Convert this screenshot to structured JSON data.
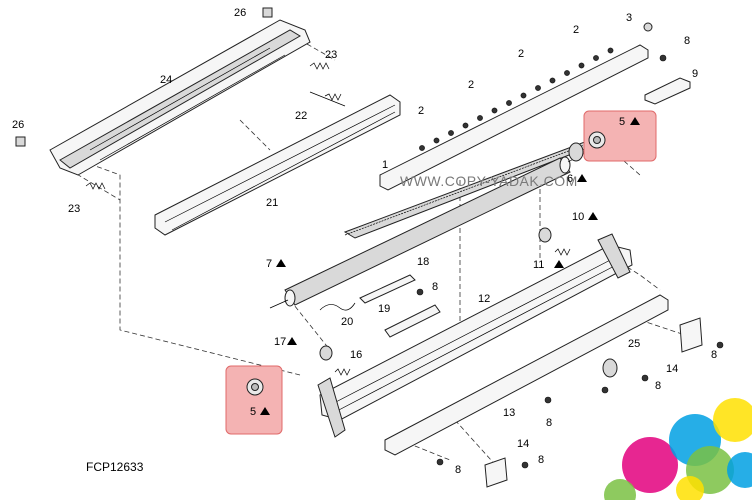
{
  "figure_code": "FCP12633",
  "watermark": "WWW.COPY-YADAK.COM",
  "colors": {
    "highlight_fill": "#f4b3b3",
    "highlight_border": "#e06a6a",
    "swatch": [
      "#e3007e",
      "#00a0e3",
      "#ffe100",
      "#7ac143",
      "#1d1d1b"
    ]
  },
  "callouts": {
    "c1": "1",
    "c2": "2",
    "c3": "3",
    "c5": "5",
    "c6": "6",
    "c7": "7",
    "c8": "8",
    "c9": "9",
    "c10": "10",
    "c11": "11",
    "c12": "12",
    "c13": "13",
    "c14": "14",
    "c16": "16",
    "c17": "17",
    "c18": "18",
    "c19": "19",
    "c20": "20",
    "c21": "21",
    "c22": "22",
    "c23": "23",
    "c24": "24",
    "c25": "25",
    "c26": "26"
  }
}
